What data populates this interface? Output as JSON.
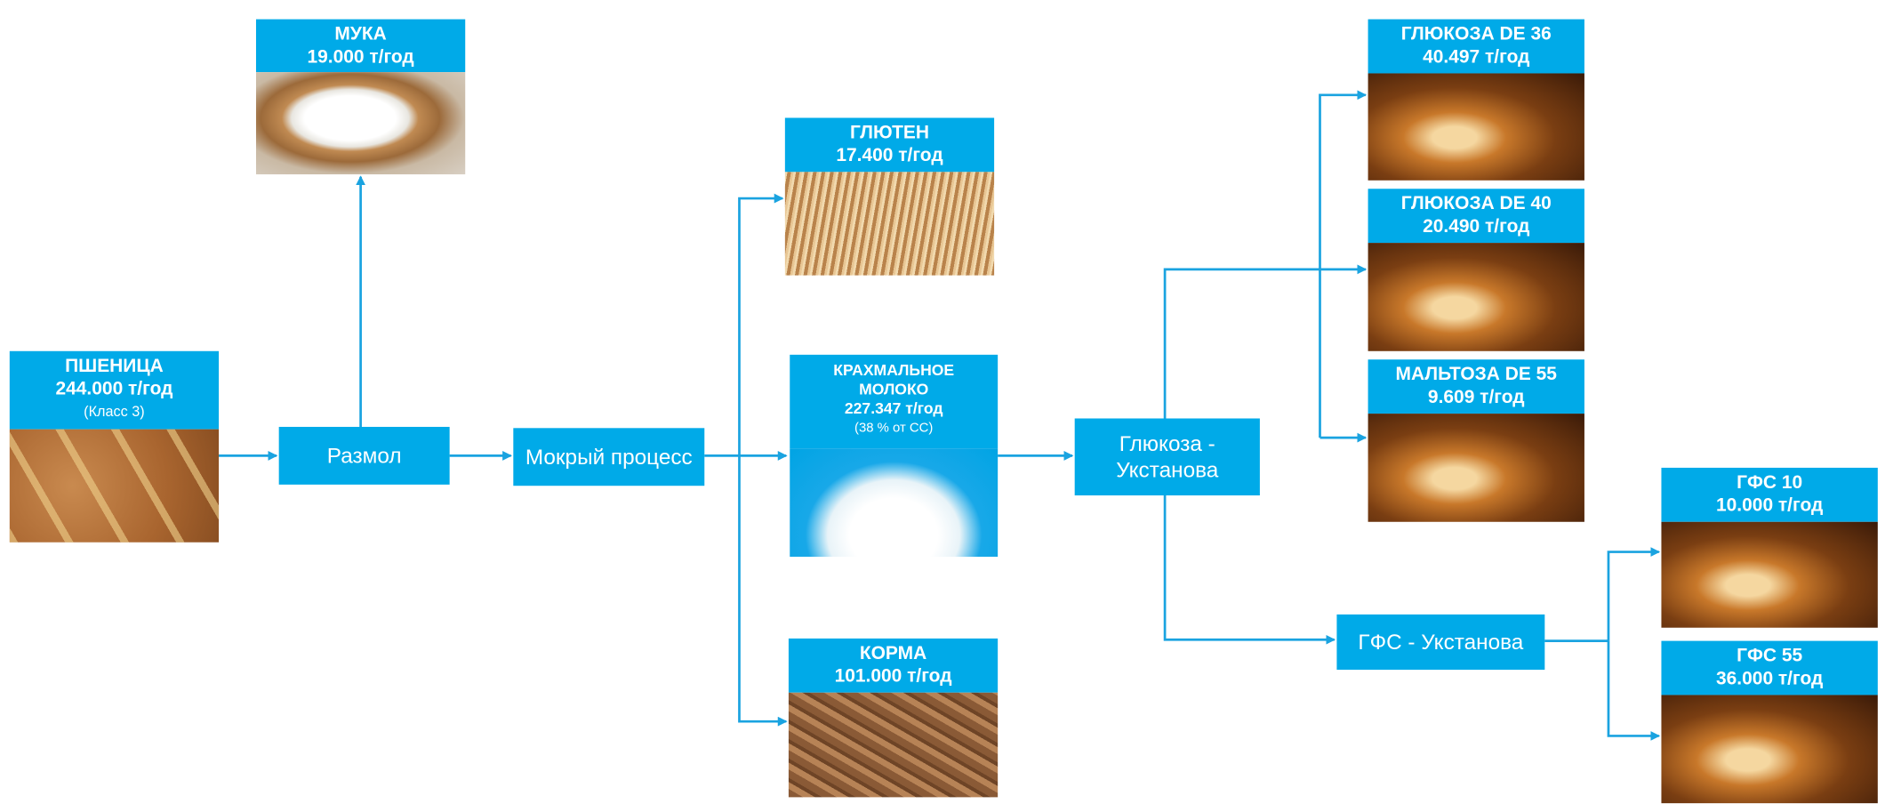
{
  "sources": {
    "wheat": {
      "title": "ПШЕНИЦА",
      "amount": "244.000 т/год",
      "note": "(Класс 3)"
    }
  },
  "processes": {
    "milling": "Размол",
    "wet": "Мокрый процесс",
    "glucose": "Глюкоза - Укстанова",
    "hfs": "ГФС - Укстанова"
  },
  "products": {
    "flour": {
      "title": "МУКА",
      "amount": "19.000 т/год"
    },
    "gluten": {
      "title": "ГЛЮТЕН",
      "amount": "17.400 т/год"
    },
    "starch_milk": {
      "title": "КРАХМАЛЬНОЕ МОЛОКО",
      "amount": "227.347 т/год",
      "note": "(38 % от СС)"
    },
    "feed": {
      "title": "КОРМА",
      "amount": "101.000 т/год"
    },
    "glucose36": {
      "title": "ГЛЮКОЗА DE 36",
      "amount": "40.497 т/год"
    },
    "glucose40": {
      "title": "ГЛЮКОЗА DE 40",
      "amount": "20.490 т/год"
    },
    "maltose55": {
      "title": "МАЛЬТОЗА DE 55",
      "amount": "9.609 т/год"
    },
    "hfs10": {
      "title": "ГФС 10",
      "amount": "10.000 т/год"
    },
    "hfs55": {
      "title": "ГФС 55",
      "amount": "36.000 т/год"
    }
  },
  "colors": {
    "accent": "#00aae8",
    "line": "#1aa3e0"
  }
}
